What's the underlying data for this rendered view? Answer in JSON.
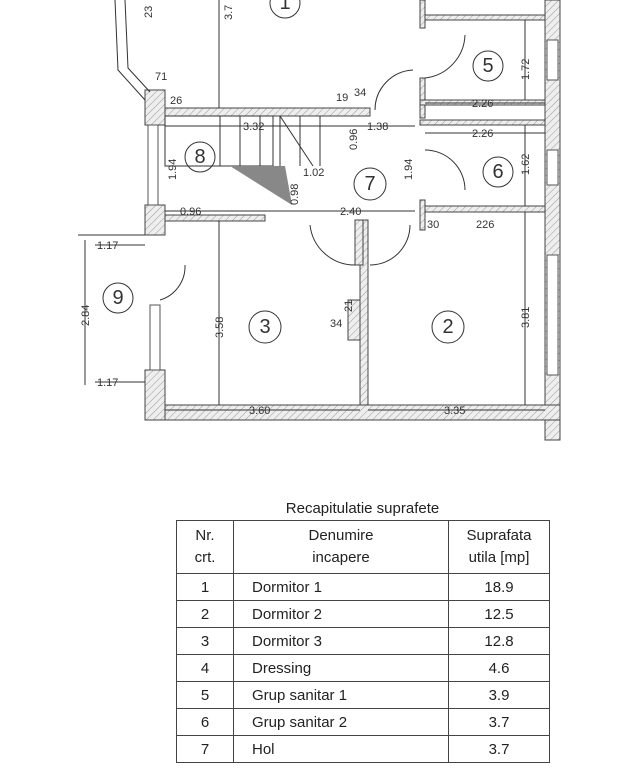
{
  "plan": {
    "rooms": [
      "1",
      "2",
      "3",
      "5",
      "6",
      "7",
      "8",
      "9"
    ],
    "dims": {
      "d23": "23",
      "d37": "3.7",
      "d71": "71",
      "d26": "26",
      "d19": "19",
      "d34a": "34",
      "d332": "3.32",
      "d138": "1.38",
      "d096a": "0.96",
      "d102": "1.02",
      "d194a": "1.94",
      "d098": "0.98",
      "d194b": "1.94",
      "d096b": "0.96",
      "d240": "2.40",
      "d30": "30",
      "d226a": "226",
      "d226b": "2.26",
      "d226c": "2.26",
      "d172": "1.72",
      "d162": "1.62",
      "d117a": "1.17",
      "d117b": "1.17",
      "d284": "2.84",
      "d358": "3.58",
      "d34b": "34",
      "d21": "21",
      "d381": "3.81",
      "d360": "3.60",
      "d335": "3.35"
    }
  },
  "table": {
    "title": "Recapitulatie suprafete",
    "headers": {
      "nr": [
        "Nr.",
        "crt."
      ],
      "name": [
        "Denumire",
        "incapere"
      ],
      "area": [
        "Suprafata",
        "utila [mp]"
      ]
    },
    "rows": [
      {
        "nr": "1",
        "name": "Dormitor 1",
        "area": "18.9"
      },
      {
        "nr": "2",
        "name": "Dormitor 2",
        "area": "12.5"
      },
      {
        "nr": "3",
        "name": "Dormitor 3",
        "area": "12.8"
      },
      {
        "nr": "4",
        "name": "Dressing",
        "area": "4.6"
      },
      {
        "nr": "5",
        "name": "Grup sanitar 1",
        "area": "3.9"
      },
      {
        "nr": "6",
        "name": "Grup sanitar 2",
        "area": "3.7"
      },
      {
        "nr": "7",
        "name": "Hol",
        "area": "3.7"
      }
    ]
  }
}
